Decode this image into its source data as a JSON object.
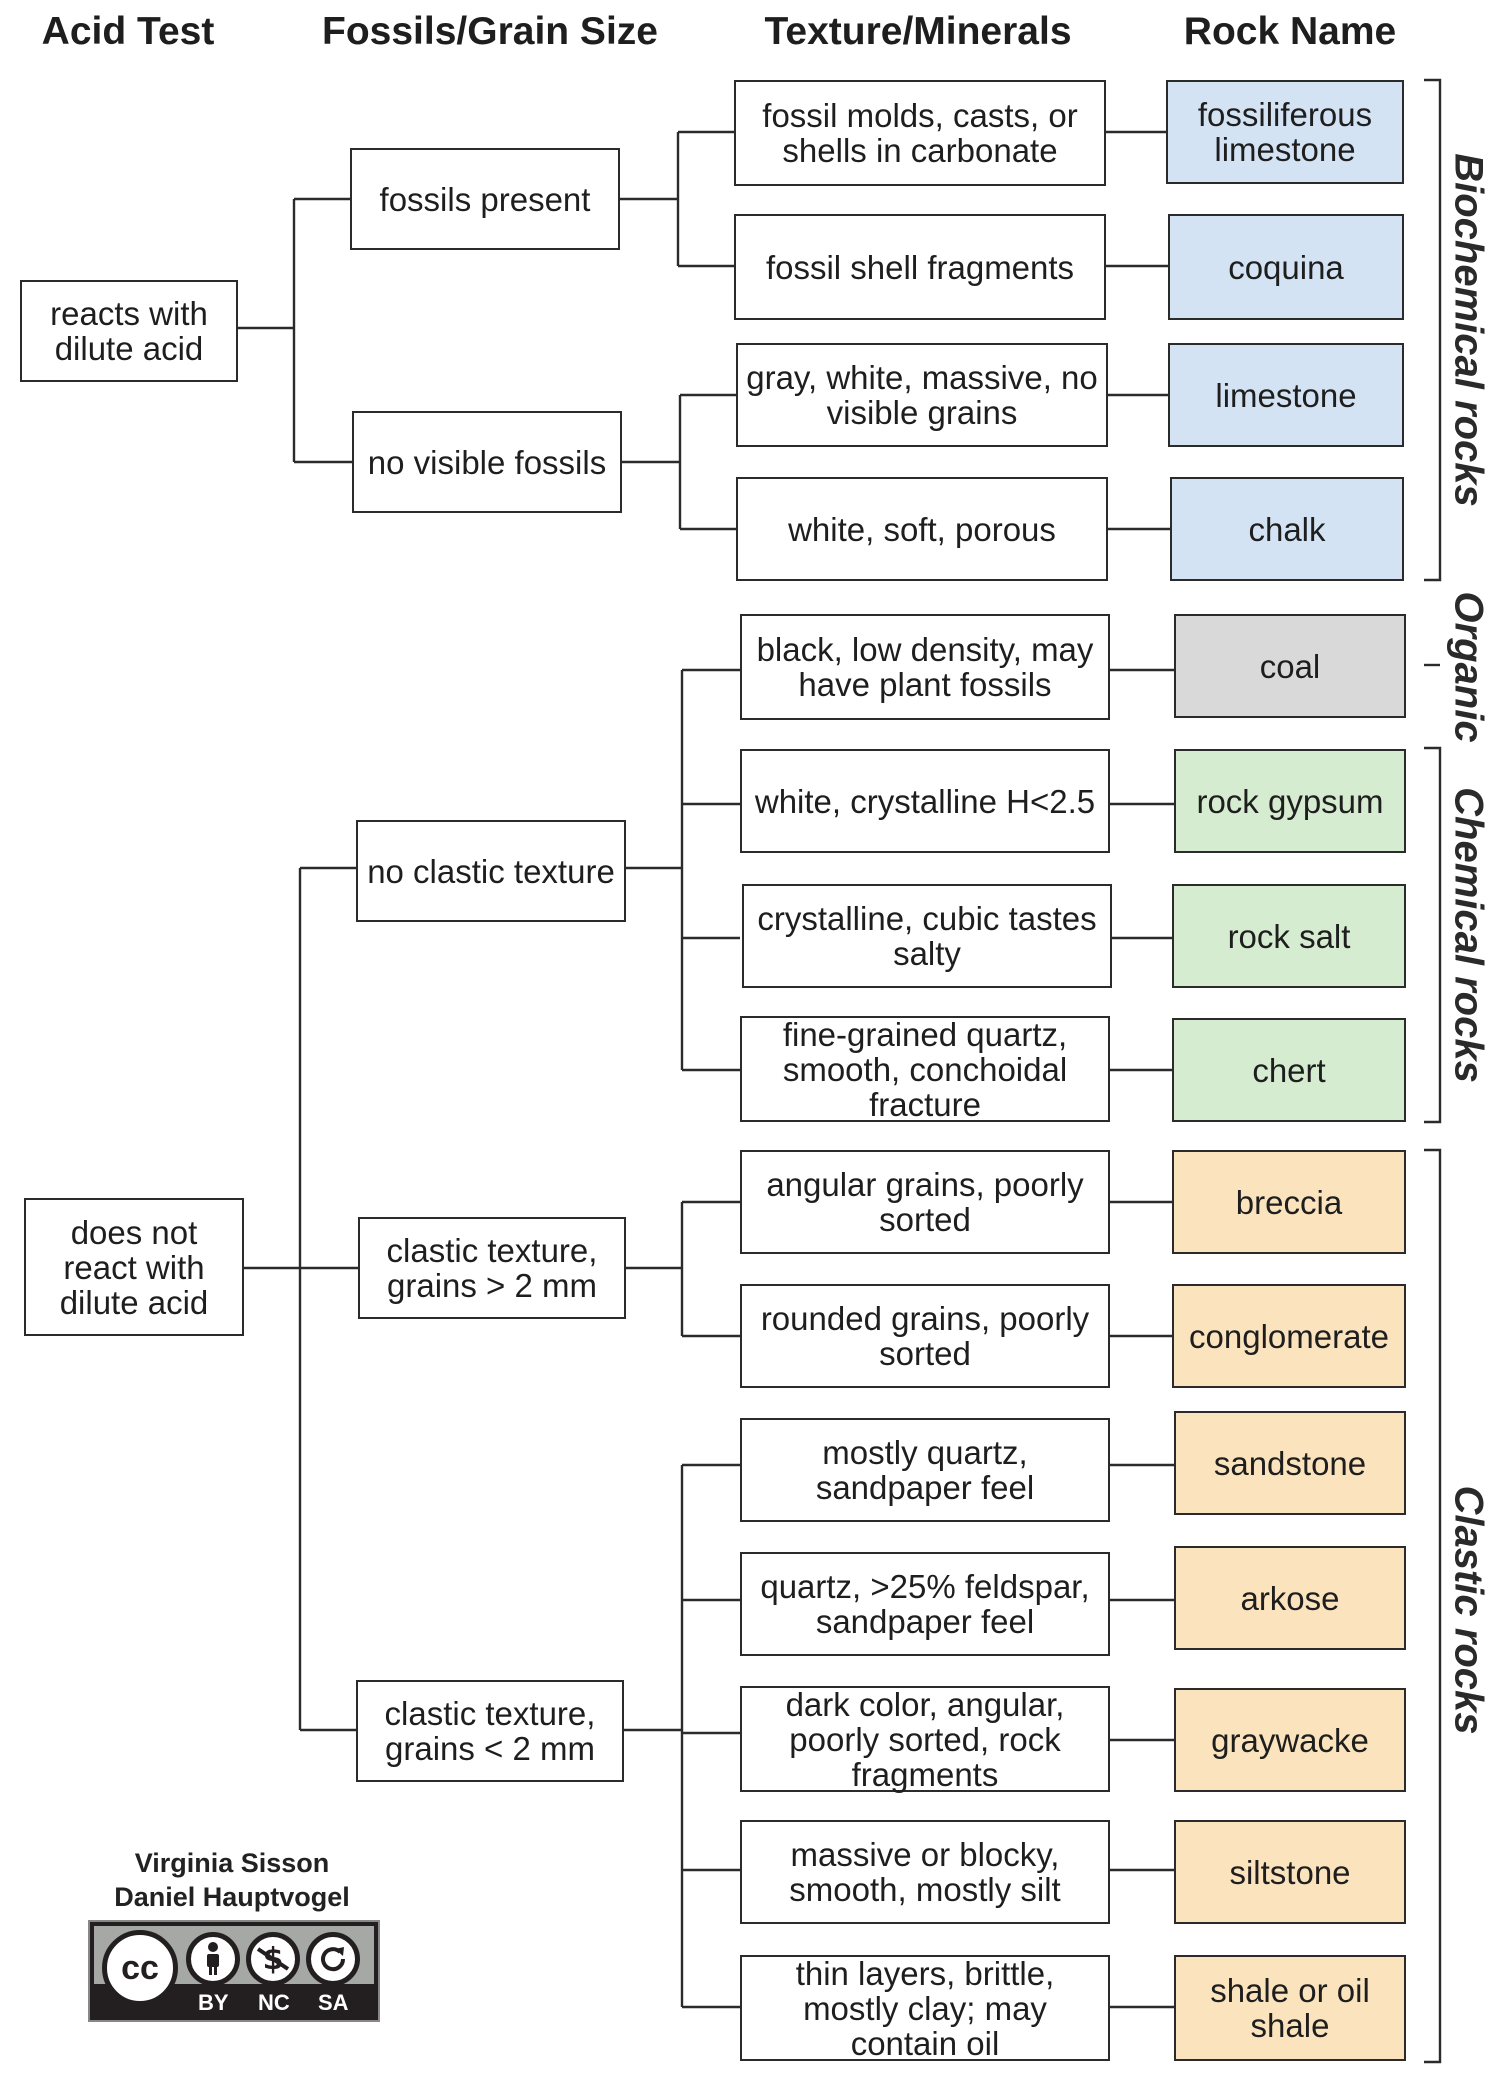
{
  "headers": {
    "acid_test": "Acid Test",
    "fossils_grain": "Fossils/Grain Size",
    "texture_minerals": "Texture/Minerals",
    "rock_name": "Rock Name"
  },
  "acid": {
    "reacts": "reacts with dilute acid",
    "no_react": "does not react with dilute acid"
  },
  "level2": {
    "fossils_present": "fossils present",
    "no_visible_fossils": "no visible fossils",
    "no_clastic": "no clastic texture",
    "clastic_gt2": "clastic texture, grains > 2 mm",
    "clastic_lt2": "clastic texture, grains < 2 mm"
  },
  "textures": [
    "fossil molds, casts, or shells in carbonate",
    "fossil shell fragments",
    "gray, white, massive, no visible grains",
    "white, soft, porous",
    "black, low density, may have plant fossils",
    "white, crystalline H<2.5",
    "crystalline, cubic tastes salty",
    "fine-grained quartz, smooth, conchoidal fracture",
    "angular grains, poorly sorted",
    "rounded grains, poorly sorted",
    "mostly quartz, sandpaper feel",
    "quartz, >25% feldspar, sandpaper feel",
    "dark color, angular, poorly sorted, rock fragments",
    "massive or blocky, smooth, mostly silt",
    "thin layers, brittle, mostly clay; may contain oil"
  ],
  "rocks": [
    "fossiliferous limestone",
    "coquina",
    "limestone",
    "chalk",
    "coal",
    "rock gypsum",
    "rock salt",
    "chert",
    "breccia",
    "conglomerate",
    "sandstone",
    "arkose",
    "graywacke",
    "siltstone",
    "shale or oil shale"
  ],
  "groups": {
    "biochemical": "Biochemical rocks",
    "organic": "Organic",
    "chemical": "Chemical rocks",
    "clastic": "Clastic rocks"
  },
  "group_colors": {
    "biochemical": "#d4e3f4",
    "organic": "#d9d9d9",
    "chemical": "#d6ecd0",
    "clastic": "#fae3bd"
  },
  "credits": {
    "author1": "Virginia Sisson",
    "author2": "Daniel Hauptvogel",
    "license_by": "BY",
    "license_nc": "NC",
    "license_sa": "SA",
    "license_cc": "cc"
  }
}
